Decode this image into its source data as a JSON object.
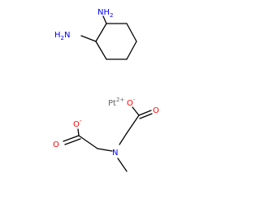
{
  "colors": {
    "background": "#ffffff",
    "bond": "#000000",
    "nitrogen": "#0000ff",
    "oxygen": "#ff0000",
    "platinum": "#666666"
  },
  "diamine": {
    "amine_top": {
      "element": "N",
      "hydrogens": "H",
      "count": "2"
    },
    "amine_left": {
      "element": "N",
      "hydrogens": "H",
      "count": "2"
    }
  },
  "metal": {
    "symbol": "Pt",
    "charge": "2+"
  },
  "ligand": {
    "oxygen_upper": {
      "element": "O",
      "charge": "-"
    },
    "oxygen_carbonyl_right": {
      "element": "O"
    },
    "oxygen_left": {
      "element": "O",
      "charge": "-"
    },
    "oxygen_carbonyl_left": {
      "element": "O"
    },
    "nitrogen": {
      "element": "N"
    }
  }
}
